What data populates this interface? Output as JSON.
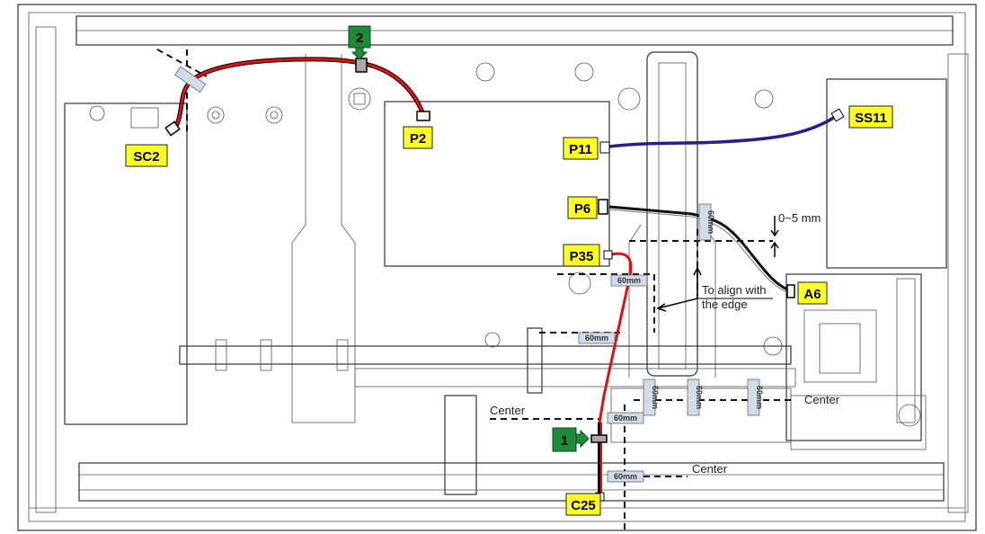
{
  "connectors": {
    "sc2": "SC2",
    "p2": "P2",
    "p11": "P11",
    "ss11": "SS11",
    "p6": "P6",
    "a6": "A6",
    "p35": "P35",
    "c25": "C25"
  },
  "steps": {
    "step1": "1",
    "step2": "2"
  },
  "tapes": {
    "t1": "60mm",
    "t2": "60mm",
    "t3": "60mm",
    "t4": "60mm",
    "t5": "60mm",
    "t6": "60mm",
    "t7": "60mm",
    "t8": "60mm"
  },
  "notes": {
    "gap": "0~5 mm",
    "align_line1": "To align with",
    "align_line2": "the edge",
    "center_left": "Center",
    "center_right": "Center",
    "center_bottom": "Center"
  },
  "colors": {
    "red_cable": "#e01010",
    "blue_cable": "#2a1f8a",
    "black_cable": "#111111",
    "label_yellow": "#ffff22",
    "step_green": "#1e8a3a"
  }
}
